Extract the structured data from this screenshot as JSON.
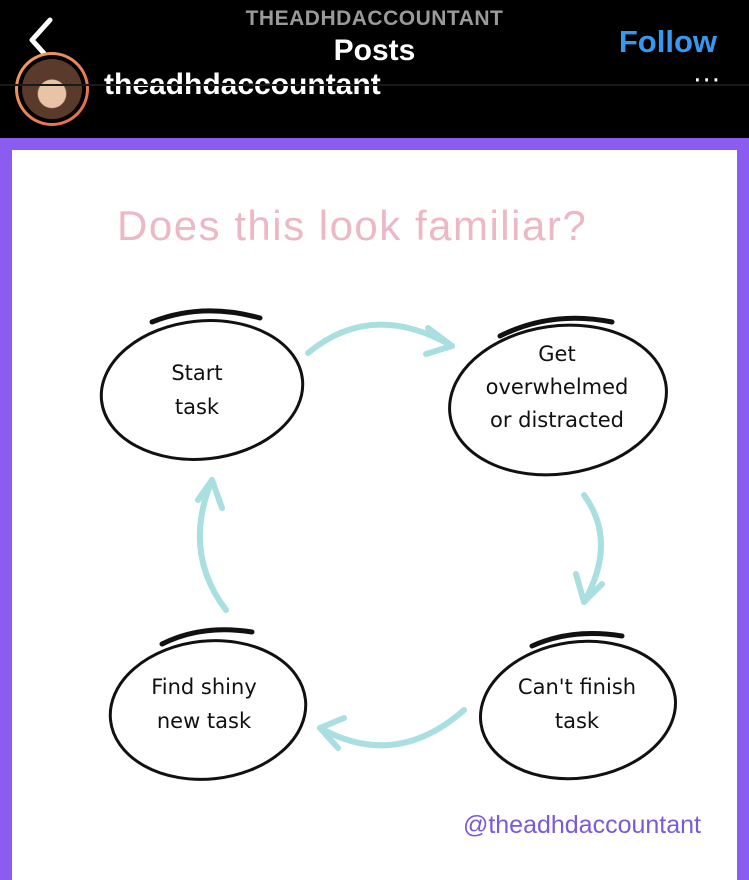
{
  "nav": {
    "account": "THEADHDACCOUNTANT",
    "title": "Posts",
    "follow_label": "Follow",
    "back_icon": "chevron-left-icon",
    "more_icon": "more-dots-icon"
  },
  "profile": {
    "username": "theadhdaccountant"
  },
  "post": {
    "title": "Does this look familiar?",
    "handle": "@theadhdaccountant",
    "colors": {
      "frame": "#8a5cf0",
      "title": "#ecb8c5",
      "arrow": "#a9dfe0",
      "handle": "#7a5ad6"
    },
    "nodes": [
      {
        "label": "Start\ntask"
      },
      {
        "label": "Get\noverwhelmed\nor distracted"
      },
      {
        "label": "Can't finish\ntask"
      },
      {
        "label": "Find shiny\nnew task"
      }
    ]
  }
}
